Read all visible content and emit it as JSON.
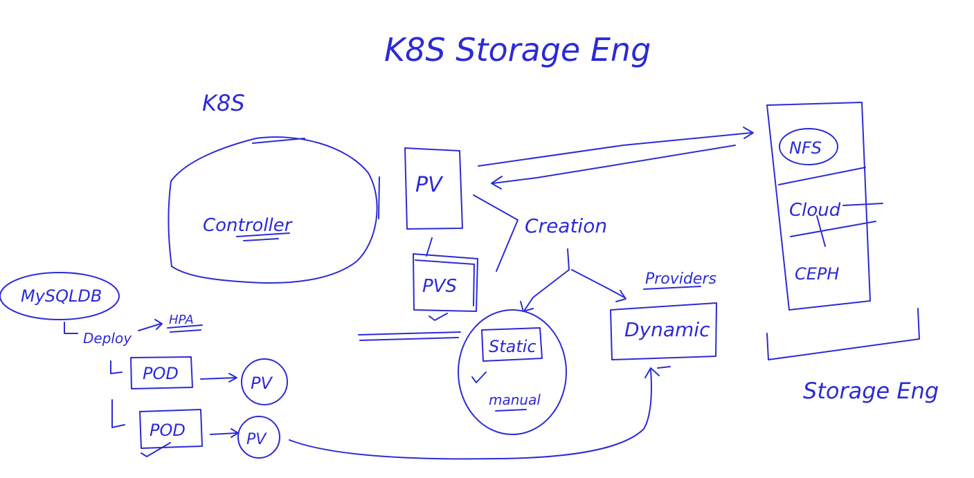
{
  "title": "K8S Storage Eng",
  "k8s_label": "K8S",
  "controller": "Controller",
  "pv": "PV",
  "pvs": "PVS",
  "creation": "Creation",
  "static": "Static",
  "manual": "manual",
  "providers": "Providers",
  "dynamic": "Dynamic",
  "mysqldb": "MySQLDB",
  "deploy": "Deploy",
  "hpa": "HPA",
  "pod1": "POD",
  "pod2": "POD",
  "pv_small1": "PV",
  "pv_small2": "PV",
  "nfs": "NFS",
  "cloud": "Cloud",
  "ceph": "CEPH",
  "storage_eng": "Storage Eng",
  "colors": {
    "ink": "#2b2bd6",
    "background": "#ffffff"
  }
}
